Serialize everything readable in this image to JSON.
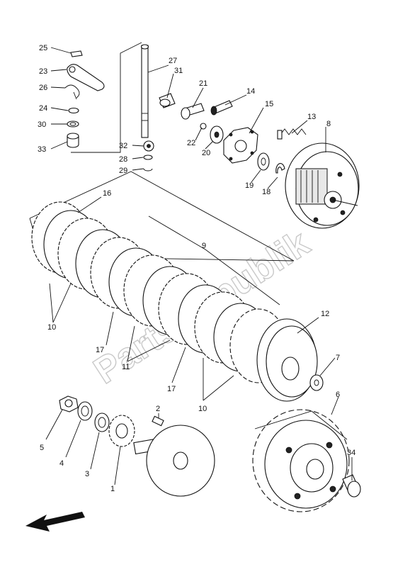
{
  "watermark": "PartsRepublik",
  "callouts": [
    "25",
    "23",
    "26",
    "24",
    "30",
    "33",
    "27",
    "31",
    "21",
    "14",
    "15",
    "13",
    "8",
    "22",
    "20",
    "19",
    "18",
    "32",
    "28",
    "29",
    "16",
    "9",
    "10",
    "12",
    "7",
    "17",
    "11",
    "17",
    "10",
    "2",
    "6",
    "5",
    "4",
    "3",
    "1",
    "34"
  ]
}
